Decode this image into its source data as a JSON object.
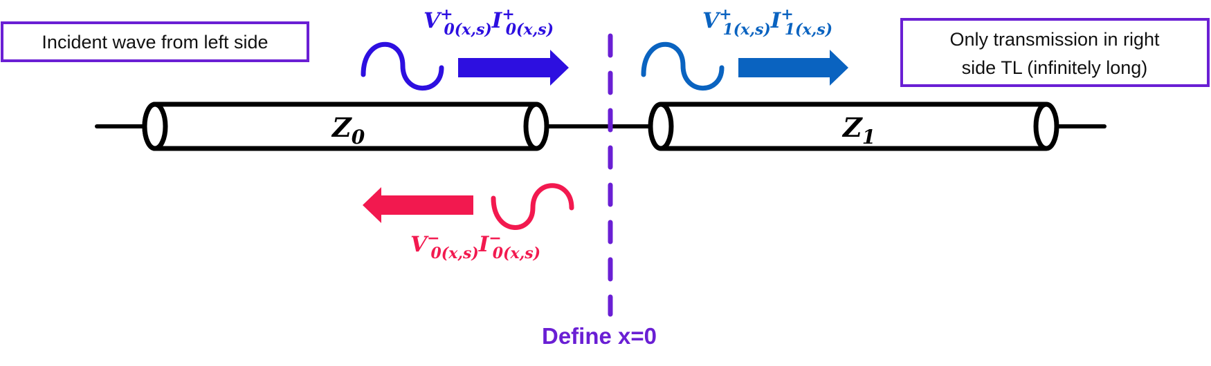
{
  "colors": {
    "line": "#000000",
    "box_border": "#6a1fd4",
    "divider": "#6a1fd4",
    "incident": "#2d0fe0",
    "transmitted": "#0a63c0",
    "reflected": "#f2194f"
  },
  "left_box": {
    "text": "Incident wave from left side"
  },
  "right_box": {
    "line1": "Only transmission in right",
    "line2": "side TL (infinitely long)"
  },
  "left_line": {
    "impedance_symbol": "Z",
    "impedance_subscript": "0"
  },
  "right_line": {
    "impedance_symbol": "Z",
    "impedance_subscript": "1"
  },
  "incident_wave": {
    "v_symbol": "V",
    "v_superscript": "+",
    "v_subscript": "0(x,s)",
    "i_symbol": "I",
    "i_superscript": "+",
    "i_subscript": "0(x,s)"
  },
  "transmitted_wave": {
    "v_symbol": "V",
    "v_superscript": "+",
    "v_subscript": "1(x,s)",
    "i_symbol": "I",
    "i_superscript": "+",
    "i_subscript": "1(x,s)"
  },
  "reflected_wave": {
    "v_symbol": "V",
    "v_superscript": "−",
    "v_subscript": "0(x,s)",
    "i_symbol": "I",
    "i_superscript": "−",
    "i_subscript": "0(x,s)"
  },
  "boundary": {
    "label": "Define x=0"
  }
}
